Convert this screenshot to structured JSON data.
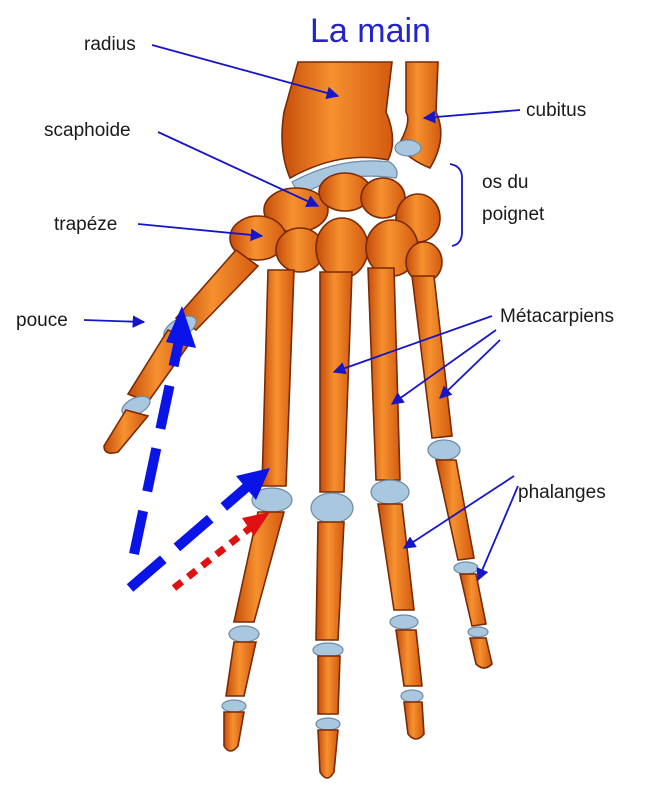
{
  "title": "La main",
  "labels": {
    "radius": "radius",
    "cubitus": "cubitus",
    "scaphoide": "scaphoide",
    "os_du": "os du",
    "poignet": "poignet",
    "trapeze": "trapéze",
    "pouce": "pouce",
    "metacarpiens": "Métacarpiens",
    "phalanges": "phalanges"
  },
  "colors": {
    "bone": "#f07a1e",
    "bone_dark": "#c24a08",
    "joint": "#a9c8df",
    "label_line": "#1616c8",
    "title": "#2424c8",
    "blue_arrow": "#0a14e6",
    "red_arrow": "#e01010"
  }
}
